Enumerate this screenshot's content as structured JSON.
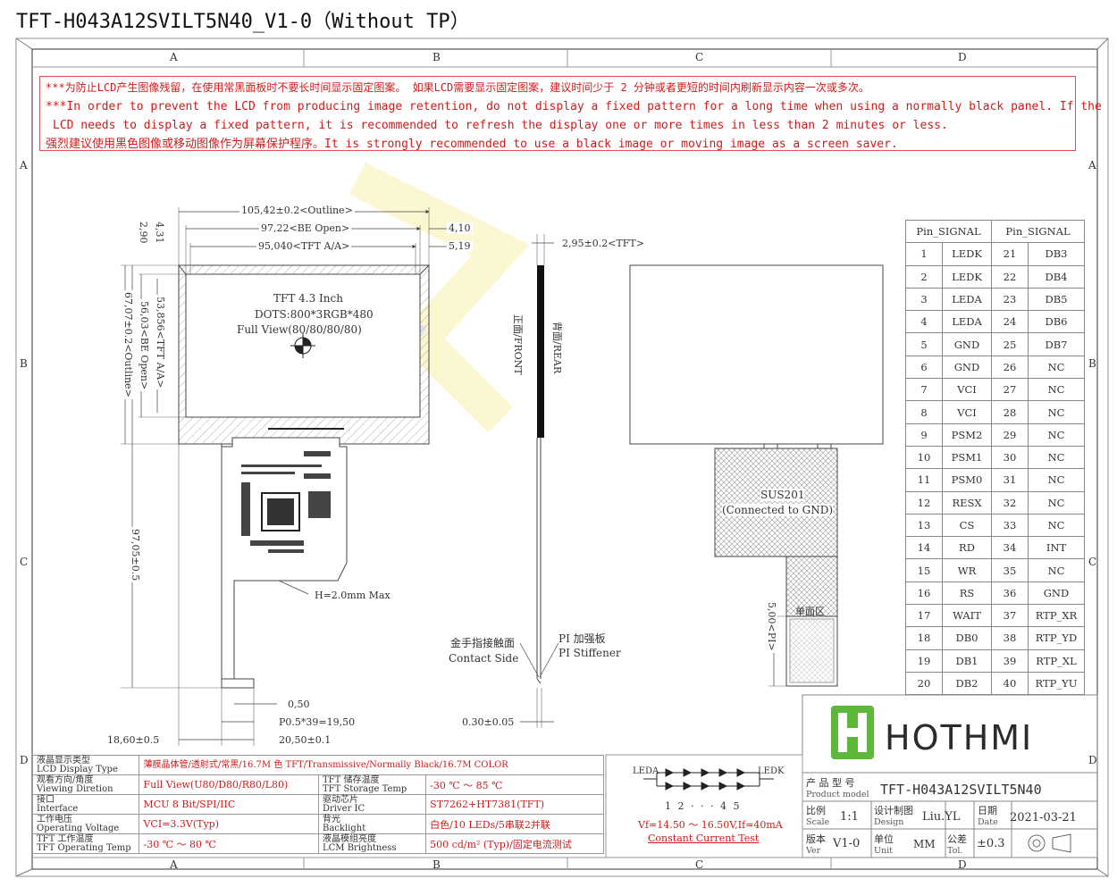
{
  "title": "TFT-H043A12SVILT5N40_V1-0（Without TP）",
  "zones_top": [
    "A",
    "B",
    "C",
    "D"
  ],
  "zones_side": [
    "A",
    "B",
    "C",
    "D"
  ],
  "warning": {
    "line1": "***为防止LCD产生图像残留，在使用常黑面板时不要长时间显示固定图案。 如果LCD需要显示固定图案，建议时间少于 2 分钟或者更短的时间内刷新显示内容一次或多次。",
    "line2": "***In order to prevent the LCD from producing image retention, do not display a fixed pattern for a long time when using a normally black panel. If the",
    "line3": "LCD needs to display a fixed pattern, it is recommended to refresh the display one or more times in less than 2 minutes or less.",
    "line4": "强烈建议使用黑色图像或移动图像作为屏幕保护程序。It is strongly recommended to use a black image or moving image as a screen saver."
  },
  "front": {
    "dim_outline_w": "105,42±0.2<Outline>",
    "dim_be_w": "97,22<BE Open>",
    "dim_aa_w": "95,040<TFT A/A>",
    "dim_410": "4,10",
    "dim_519": "5,19",
    "dim_431": "4,31",
    "dim_290": "2,90",
    "dim_aa_h": "53,856<TFT A/A>",
    "dim_be_h": "56,03<BE Open>",
    "dim_outline_h": "67,07±0.2<Outline>",
    "dim_total_h": "97,05±0.5",
    "panel_l1": "TFT 4.3 Inch",
    "panel_l2": "DOTS:800*3RGB*480",
    "panel_l3": "Full View(80/80/80/80)",
    "h_max": "H=2.0mm Max",
    "dim_050": "0,50",
    "dim_pitch": "P0.5*39=19,50",
    "dim_1860": "18,60±0.5",
    "dim_2050": "20,50±0.1"
  },
  "side": {
    "thickness": "2,95±0.2<TFT>",
    "front_label": "正面/FRONT",
    "rear_label": "背面/REAR",
    "gold_cn": "金手指接触面",
    "gold_en": "Contact Side",
    "pi_cn": "PI 加强板",
    "pi_en": "PI Stiffener",
    "pi_thk": "0.30±0.05"
  },
  "rear": {
    "sus_l1": "SUS201",
    "sus_l2": "(Connected to GND)",
    "single": "单面区",
    "pi_dim": "5,00<PI>"
  },
  "pin_table": {
    "headers": [
      "Pin_SIGNAL",
      "Pin_SIGNAL"
    ],
    "rows": [
      [
        "1",
        "LEDK",
        "21",
        "DB3"
      ],
      [
        "2",
        "LEDK",
        "22",
        "DB4"
      ],
      [
        "3",
        "LEDA",
        "23",
        "DB5"
      ],
      [
        "4",
        "LEDA",
        "24",
        "DB6"
      ],
      [
        "5",
        "GND",
        "25",
        "DB7"
      ],
      [
        "6",
        "GND",
        "26",
        "NC"
      ],
      [
        "7",
        "VCI",
        "27",
        "NC"
      ],
      [
        "8",
        "VCI",
        "28",
        "NC"
      ],
      [
        "9",
        "PSM2",
        "29",
        "NC"
      ],
      [
        "10",
        "PSM1",
        "30",
        "NC"
      ],
      [
        "11",
        "PSM0",
        "31",
        "NC"
      ],
      [
        "12",
        "RESX",
        "32",
        "NC"
      ],
      [
        "13",
        "CS",
        "33",
        "NC"
      ],
      [
        "14",
        "RD",
        "34",
        "INT"
      ],
      [
        "15",
        "WR",
        "35",
        "NC"
      ],
      [
        "16",
        "RS",
        "36",
        "GND"
      ],
      [
        "17",
        "WAIT",
        "37",
        "RTP_XR"
      ],
      [
        "18",
        "DB0",
        "38",
        "RTP_YD"
      ],
      [
        "19",
        "DB1",
        "39",
        "RTP_XL"
      ],
      [
        "20",
        "DB2",
        "40",
        "RTP_YU"
      ]
    ]
  },
  "spec": [
    {
      "k_cn": "液晶显示类型",
      "k_en": "LCD Display Type",
      "v": "薄膜晶体管/透射式/常黑/16.7M 色 TFT/Transmissive/Normally Black/16.7M COLOR",
      "k2_cn": "",
      "k2_en": "",
      "v2": ""
    },
    {
      "k_cn": "观看方向/角度",
      "k_en": "Viewing Diretion",
      "v": "Full View(U80/D80/R80/L80)",
      "k2_cn": "TFT 储存温度",
      "k2_en": "TFT Storage Temp",
      "v2": "-30 ℃ ～ 85 ℃"
    },
    {
      "k_cn": "接口",
      "k_en": "Interface",
      "v": "MCU 8 Bit/SPI/IIC",
      "k2_cn": "驱动芯片",
      "k2_en": "Driver IC",
      "v2": "ST7262+HT7381(TFT)"
    },
    {
      "k_cn": "工作电压",
      "k_en": "Operating Voltage",
      "v": "VCI=3.3V(Typ)",
      "k2_cn": "背光",
      "k2_en": "Backlight",
      "v2": "白色/10 LEDs/5串联2并联"
    },
    {
      "k_cn": "TFT 工作温度",
      "k_en": "TFT Operating Temp",
      "v": "-30 ℃ ～ 80 ℃",
      "k2_cn": "液晶模组亮度",
      "k2_en": "LCM Brightness",
      "v2": "500 cd/m² (Typ)/固定电流测试"
    }
  ],
  "led": {
    "leda": "LEDA",
    "ledk": "LEDK",
    "rows": "1 2 · · · 4 5",
    "cond": "Vf=14.50 ～ 16.50V,If=40mA",
    "test": "Constant Current Test"
  },
  "titleblock": {
    "logo": "HOTHMI",
    "product_cn": "产 品 型 号",
    "product_en": "Product model",
    "product_val": "TFT-H043A12SVILT5N40",
    "scale_cn": "比例",
    "scale_en": "Scale",
    "scale_val": "1:1",
    "design_cn": "设计制图",
    "design_en": "Design",
    "design_val": "Liu.YL",
    "date_cn": "日期",
    "date_en": "Date",
    "date_val": "2021-03-21",
    "ver_cn": "版本",
    "ver_en": "Ver",
    "ver_val": "V1-0",
    "unit_cn": "单位",
    "unit_en": "Unit",
    "unit_val": "MM",
    "tol_cn": "公差",
    "tol_en": "Tol.",
    "tol_val": "±0.3"
  },
  "colors": {
    "accent_red": "#d31a1a",
    "logo_green": "#5bb83a",
    "line": "#444444"
  }
}
